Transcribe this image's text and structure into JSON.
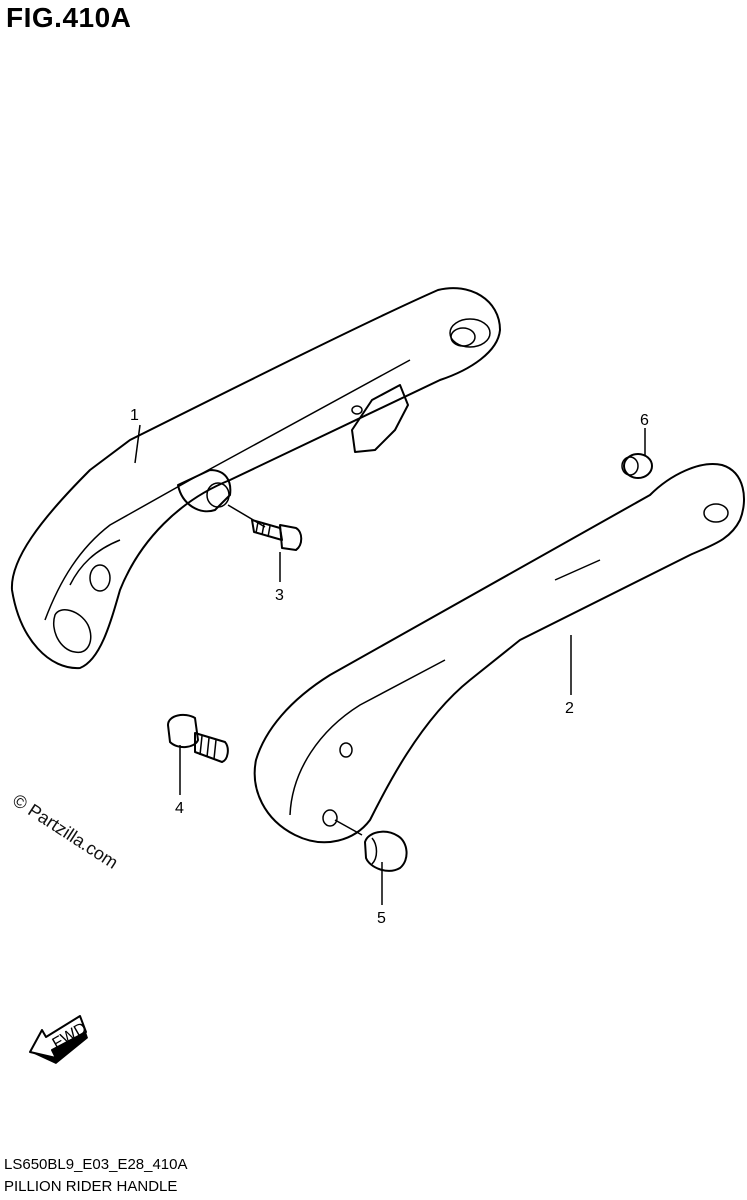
{
  "figure": {
    "title": "FIG.410A",
    "code": "LS650BL9_E03_E28_410A",
    "caption": "PILLION RIDER HANDLE"
  },
  "watermark": "© Partzilla.com",
  "fwd_label": "FWD",
  "callouts": [
    {
      "label": "1"
    },
    {
      "label": "2"
    },
    {
      "label": "3"
    },
    {
      "label": "4"
    },
    {
      "label": "5"
    },
    {
      "label": "6"
    }
  ]
}
